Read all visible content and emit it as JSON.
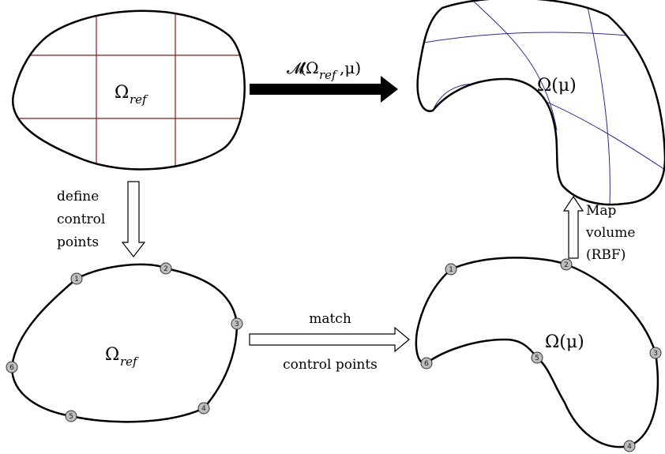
{
  "reference_domain": {
    "symbol": "Ω",
    "subscript": "ref"
  },
  "mapping": {
    "script_M": "𝓜",
    "open": "(",
    "omega": "Ω",
    "subscript": "ref",
    "rest": ",μ)"
  },
  "deformed_domain": {
    "label": "Ω(μ)"
  },
  "steps": {
    "define_control_points": [
      "define",
      "control",
      "points"
    ],
    "match": "match",
    "match_sub": "control points",
    "map_volume": [
      "Map",
      "volume",
      "(RBF)"
    ]
  },
  "control_points": {
    "reference": [
      "1",
      "2",
      "3",
      "4",
      "5",
      "6"
    ],
    "deformed": [
      "1",
      "2",
      "3",
      "4",
      "5",
      "6"
    ]
  },
  "colors": {
    "outline": "#000000",
    "reference_grid": "#8b1a1a",
    "deformed_grid": "#2b2b8f",
    "control_point_fill": "#bdbdbd",
    "hollow_arrow_fill": "#ffffff",
    "solid_arrow_fill": "#000000"
  }
}
